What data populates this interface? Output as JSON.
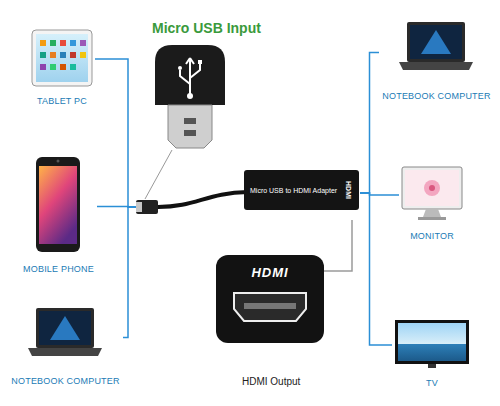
{
  "diagram": {
    "nodes": [
      {
        "text": [
          "TABLET PC"
        ]
      },
      {
        "text": [
          "MOBILE PHONE"
        ]
      },
      {
        "text": [
          "NOTEBOOK COMPUTER"
        ]
      },
      {
        "text": [
          "Micro USB to HDMI Adapter",
          "HDMI"
        ]
      },
      {
        "text": [
          "HDMI"
        ]
      },
      {
        "text": [
          "NOTEBOOK COMPUTER"
        ]
      },
      {
        "text": [
          "MONITOR"
        ]
      },
      {
        "text": [
          "TV"
        ]
      }
    ],
    "edges": [
      {
        "from": 3,
        "to": 0,
        "arrow": "none"
      },
      {
        "from": 3,
        "to": 1,
        "arrow": "none"
      },
      {
        "from": 3,
        "to": 2,
        "arrow": "none"
      },
      {
        "from": 3,
        "to": 5,
        "arrow": "none"
      },
      {
        "from": 3,
        "to": 6,
        "arrow": "none"
      },
      {
        "from": 3,
        "to": 7,
        "arrow": "none"
      },
      {
        "from": 3,
        "to": 4,
        "arrow": "none"
      }
    ],
    "labels": [
      "Micro USB Input",
      "HDMI Output"
    ]
  }
}
